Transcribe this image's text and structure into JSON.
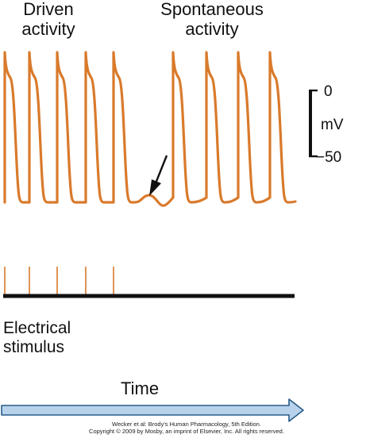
{
  "labels": {
    "driven": "Driven\nactivity",
    "spontaneous": "Spontaneous\nactivity",
    "scale_top": "0",
    "scale_unit": "mV",
    "scale_bottom": "−50",
    "stimulus": "Electrical\nstimulus",
    "time": "Time"
  },
  "credit": {
    "line1": "Wecker et al: Brody's Human Pharmacology, 5th Edition.",
    "line2": "Copyright © 2009 by Mosby, an imprint of Elsevier, Inc. All rights reserved."
  },
  "colors": {
    "trace": "#d97a2b",
    "stimulus_tick": "#d97a2b",
    "baseline": "#111111",
    "arrow_fill": "#b7d2ea",
    "arrow_stroke": "#2a5c8a",
    "scale_bar": "#111111"
  },
  "icons": {
    "pointer": "arrow-pointer-icon",
    "time_axis": "time-arrow-icon"
  }
}
